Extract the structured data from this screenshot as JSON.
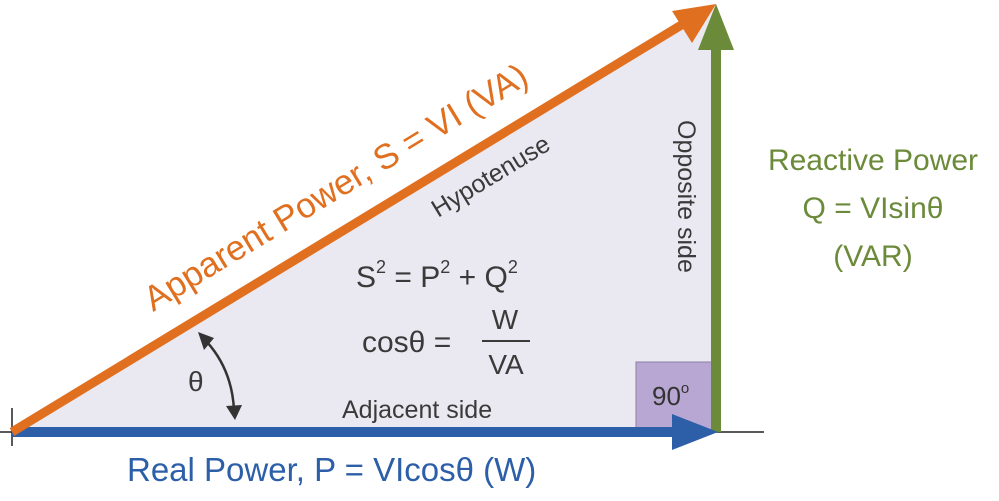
{
  "labels": {
    "apparent_power": "Apparent Power, S = VI (VA)",
    "hypotenuse": "Hypotenuse",
    "opposite_side": "Opposite side",
    "reactive_power_title": "Reactive Power",
    "reactive_power_formula": "Q = VIsinθ",
    "reactive_power_unit": "(VAR)",
    "adjacent_side": "Adjacent side",
    "real_power": "Real Power, P = VIcosθ (W)",
    "theta": "θ",
    "right_angle": "90",
    "right_angle_degree": "o"
  },
  "equations": {
    "pythagoras": {
      "a": "S",
      "b": "P",
      "c": "Q",
      "exp": "2",
      "eq": " = ",
      "plus": " + "
    },
    "cosine": {
      "lhs": "cosθ =",
      "numerator": "W",
      "denominator": "VA"
    }
  },
  "colors": {
    "apparent": "#E07020",
    "reactive": "#6B8A3A",
    "real": "#2C5FA8",
    "triangle_fill": "#EAE8F0",
    "right_angle_box": "#B8A7D2",
    "text": "#3a3a3a"
  },
  "icons": [
    "apparent-power-arrow-icon",
    "reactive-power-arrow-icon",
    "real-power-arrow-icon",
    "angle-arc-icon"
  ]
}
